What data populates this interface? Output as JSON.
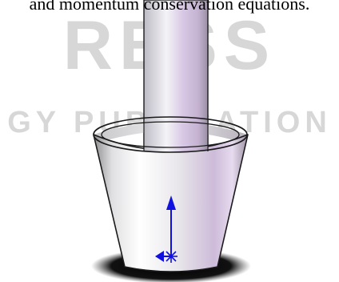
{
  "caption": "and momentum conservation equations.",
  "watermark": {
    "line1": "RESS",
    "line2": "GY PUBLICATION"
  },
  "colors": {
    "body_gray": "#d4d4d8",
    "highlight_violet": "#d9c7e6",
    "axis_blue": "#1010e0",
    "shadow": "#0a0a0a"
  },
  "icons": {
    "axis": "coordinate-triad-icon"
  }
}
